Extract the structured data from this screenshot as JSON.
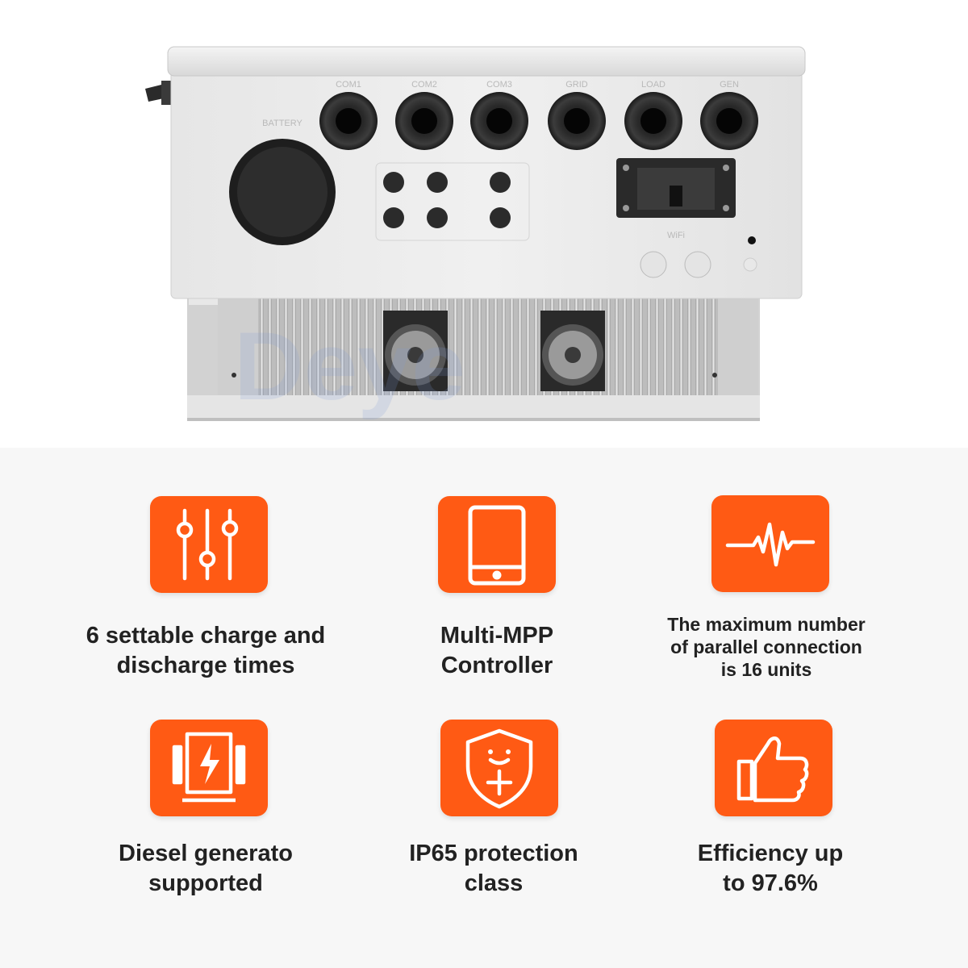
{
  "product": {
    "port_labels": [
      "COM1",
      "COM2",
      "COM3",
      "GRID",
      "LOAD",
      "GEN"
    ],
    "battery_label": "BATTERY",
    "wifi_label": "WiFi",
    "watermark": "Deye"
  },
  "features": [
    {
      "icon": "sliders-icon",
      "lines": [
        "6 settable charge and",
        "discharge times"
      ]
    },
    {
      "icon": "tablet-icon",
      "lines": [
        "Multi-MPP",
        "Controller"
      ]
    },
    {
      "icon": "waveform-icon",
      "lines": [
        "The maximum number",
        "of parallel connection",
        "is 16 units"
      ]
    },
    {
      "icon": "generator-icon",
      "lines": [
        "Diesel generato",
        "supported"
      ]
    },
    {
      "icon": "shield-plus-icon",
      "lines": [
        "IP65 protection",
        "class"
      ]
    },
    {
      "icon": "thumbs-up-icon",
      "lines": [
        "Efficiency up",
        "to 97.6%"
      ]
    }
  ],
  "colors": {
    "accent": "#ff5a14",
    "text": "#222222",
    "panel": "#f7f7f7"
  }
}
